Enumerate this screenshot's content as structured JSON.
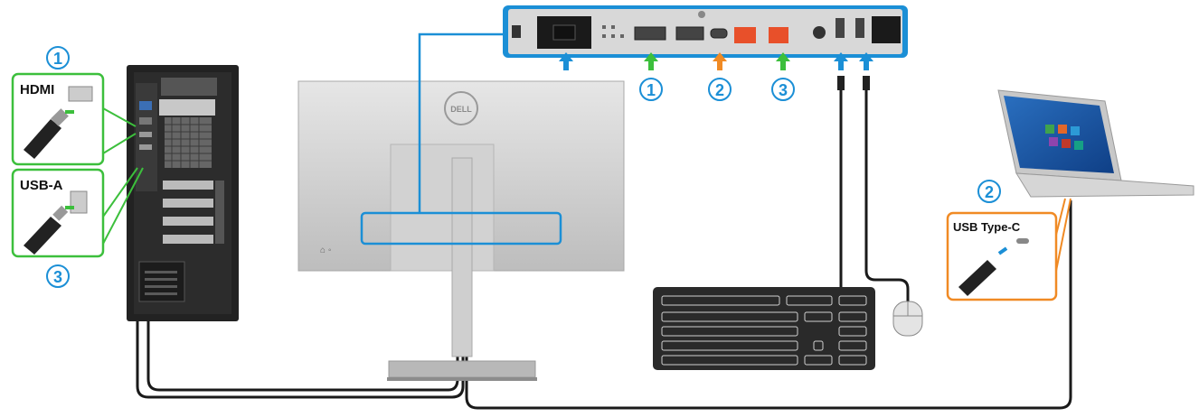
{
  "labels": {
    "hdmi": "HDMI",
    "usb_a": "USB-A",
    "usb_type_c": "USB Type-C"
  },
  "callouts": {
    "pc_hdmi": "1",
    "pc_usb_a": "3",
    "panel_hdmi": "1",
    "panel_usbc": "2",
    "panel_usb_up": "3",
    "laptop_usbc": "2"
  },
  "monitor_logo": "DELL",
  "colors": {
    "hdmi_accent": "#3cbf3c",
    "usbc_accent": "#f08a24",
    "highlight_blue": "#1b8fd6",
    "cable": "#1a1a1a",
    "port_red": "#e8502a"
  },
  "icons": {
    "arrow": "up-arrow-icon",
    "callout": "circled-number-icon"
  }
}
